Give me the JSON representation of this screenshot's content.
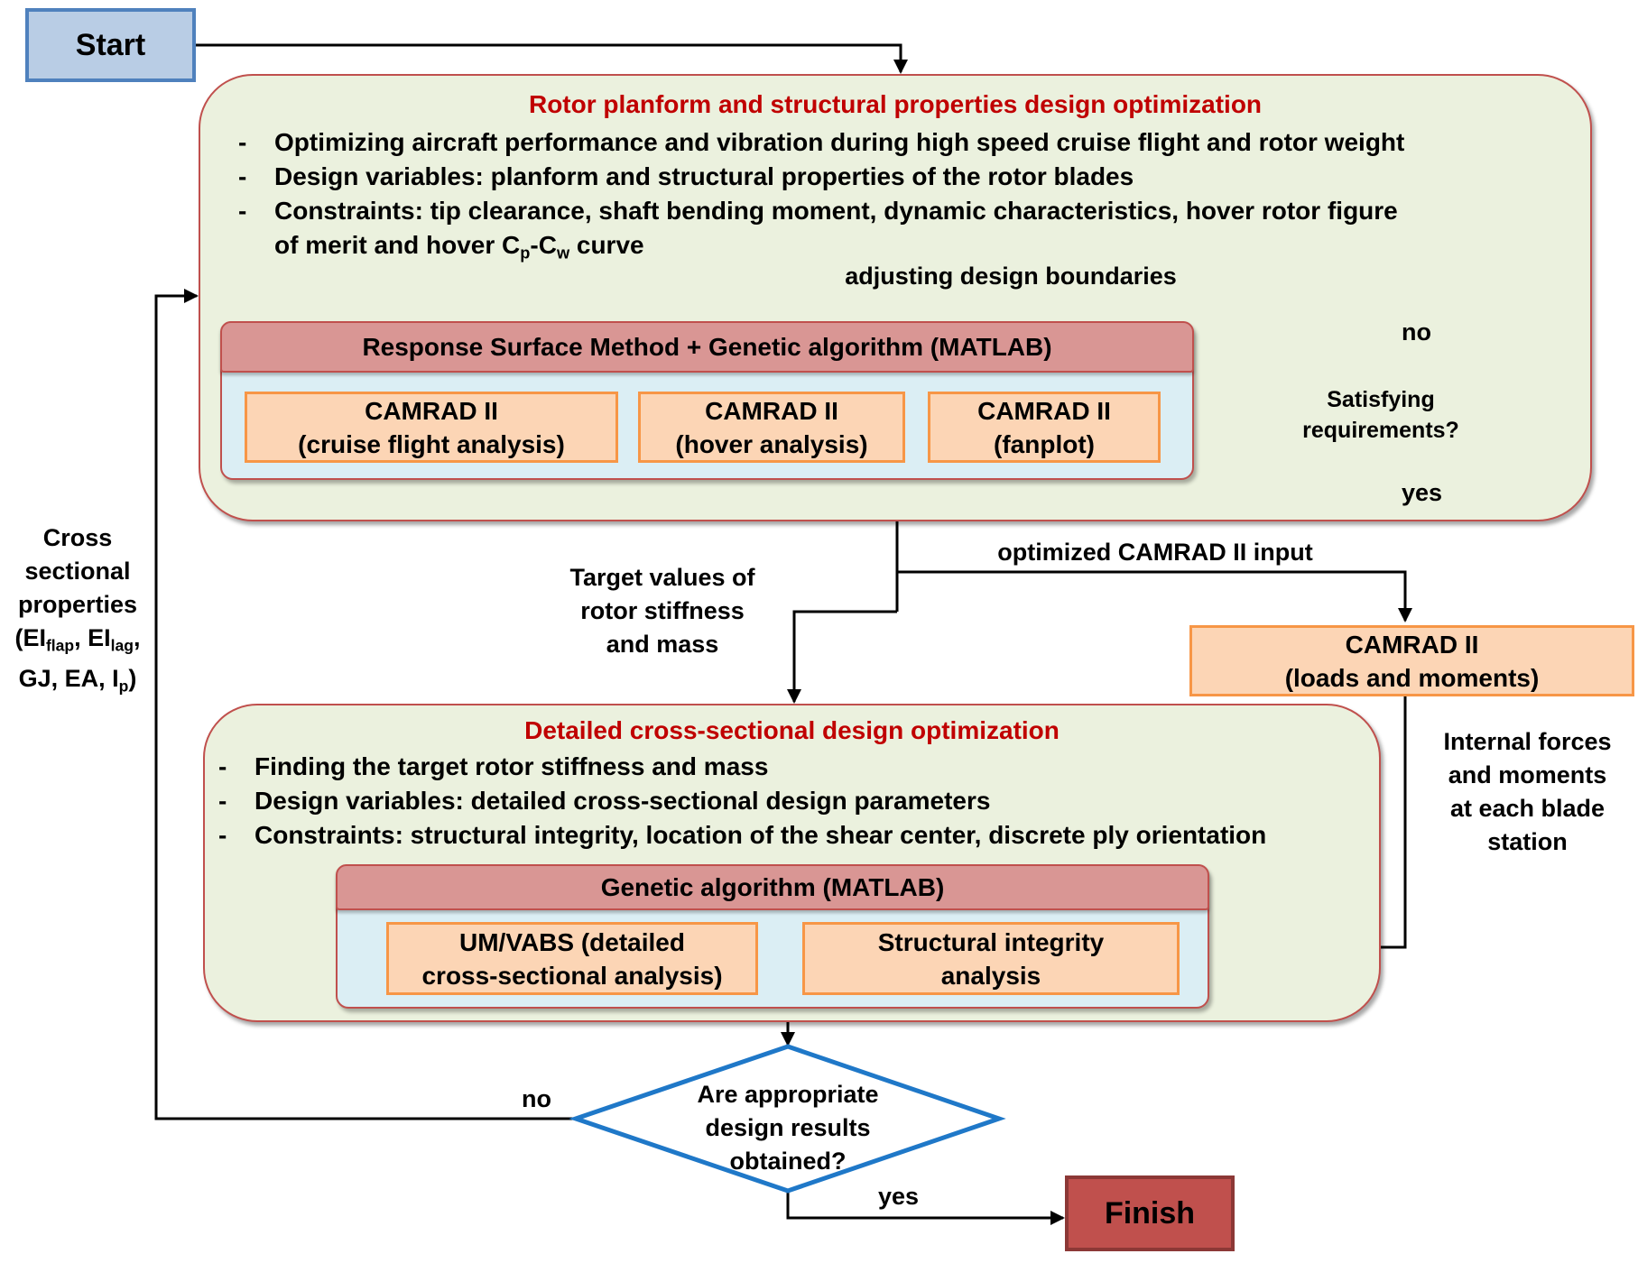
{
  "start": {
    "label": "Start"
  },
  "finish": {
    "label": "Finish"
  },
  "stage1": {
    "title": "Rotor planform and structural properties design optimization",
    "bullets": [
      "Optimizing aircraft performance and vibration during high speed cruise flight and rotor weight",
      "Design variables: planform and structural properties of the rotor blades",
      "Constraints: tip clearance, shaft bending moment, dynamic characteristics, hover rotor figure"
    ],
    "bullet3_cont_prefix": "of merit and hover C",
    "bullet3_sub_p": "p",
    "bullet3_mid": "-C",
    "bullet3_sub_w": "w",
    "bullet3_suffix": " curve",
    "algorithm": "Response Surface Method + Genetic algorithm (MATLAB)",
    "tools": [
      {
        "line1": "CAMRAD II",
        "line2": "(cruise flight analysis)"
      },
      {
        "line1": "CAMRAD II",
        "line2": "(hover analysis)"
      },
      {
        "line1": "CAMRAD II",
        "line2": "(fanplot)"
      }
    ],
    "decision": {
      "line1": "Satisfying",
      "line2": "requirements?"
    },
    "loop_label": "adjusting design boundaries",
    "no_label": "no",
    "yes_label": "yes"
  },
  "links": {
    "optimized_input": "optimized CAMRAD II input",
    "target_values": [
      "Target values of",
      "rotor stiffness",
      "and mass"
    ],
    "internal_forces": [
      "Internal forces",
      "and moments",
      "at each blade",
      "station"
    ],
    "cross_section": {
      "lines": [
        "Cross",
        "sectional",
        "properties"
      ],
      "ei": "EI",
      "flap": "flap",
      "lag": "lag",
      "last_line": "GJ, EA, I",
      "ip_sub": "p"
    }
  },
  "loads_tool": {
    "line1": "CAMRAD II",
    "line2": "(loads and moments)"
  },
  "stage2": {
    "title": "Detailed cross-sectional design optimization",
    "bullets": [
      "Finding the target rotor stiffness and mass",
      "Design variables: detailed cross-sectional design parameters",
      "Constraints: structural integrity, location of the shear center, discrete ply orientation"
    ],
    "algorithm": "Genetic algorithm (MATLAB)",
    "tools": [
      {
        "line1": "UM/VABS (detailed",
        "line2": "cross-sectional analysis)"
      },
      {
        "line1": "Structural integrity",
        "line2": "analysis"
      }
    ],
    "decision": {
      "line1": "Are appropriate",
      "line2": "design results",
      "line3": "obtained?"
    },
    "no_label": "no",
    "yes_label": "yes"
  },
  "colors": {
    "stage_title": "#c00000",
    "stage_fill": "#ebf1de",
    "stage_border": "#c0504d",
    "algo_header": "#d99694",
    "algo_fill": "#dbeef4",
    "tool_fill": "#fcd5b5",
    "tool_border": "#f79646",
    "decision_border": "#1f78c8",
    "start_fill": "#b9cde5",
    "finish_fill": "#c0504d"
  }
}
